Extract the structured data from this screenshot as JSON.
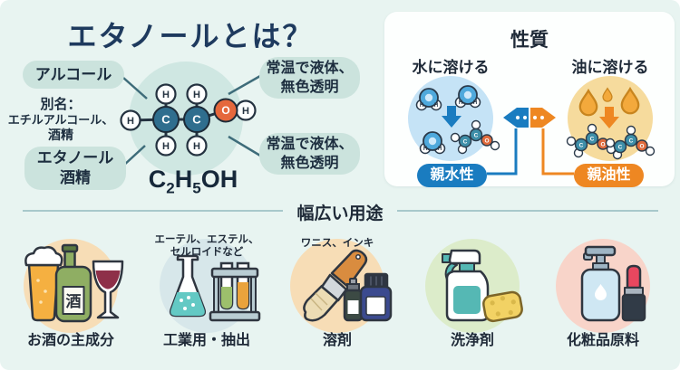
{
  "header": {
    "title": "エタノールとは？"
  },
  "molecule": {
    "pill_alcohol": "アルコール",
    "alias_line1": "別名：",
    "alias_line2": "エチルアルコール、",
    "alias_line3": "酒精",
    "pill_ethanol_line1": "エタノール",
    "pill_ethanol_line2": "酒精",
    "bubble_top_line1": "常温で液体、",
    "bubble_top_line2": "無色透明",
    "bubble_bottom_line1": "常温で液体、",
    "bubble_bottom_line2": "無色透明",
    "formula": {
      "c1": "C",
      "sub2": "2",
      "h": "H",
      "sub5": "5",
      "oh": "OH"
    },
    "atoms": {
      "carbon": "C",
      "oxygen": "O",
      "hydrogen": "H"
    }
  },
  "properties": {
    "title": "性質",
    "water_title": "水に溶ける",
    "oil_title": "油に溶ける",
    "hydrophilic_label": "親水性",
    "lipophilic_label": "親油性",
    "colors": {
      "hydrophilic_blue": "#1a7cc0",
      "lipophilic_orange": "#ee8722",
      "water_circle": "#c5e3f6",
      "oil_circle": "#f6db9d"
    }
  },
  "uses": {
    "title": "幅広い用途",
    "items": [
      {
        "label": "お酒の主成分",
        "sake_char": "酒"
      },
      {
        "label": "工業用・抽出",
        "note_line1": "エーテル、エステル、",
        "note_line2": "セルロイドなど"
      },
      {
        "label": "溶剤",
        "note_line1": "ワニス、インキ"
      },
      {
        "label": "洗浄剤"
      },
      {
        "label": "化粧品原料"
      }
    ]
  }
}
